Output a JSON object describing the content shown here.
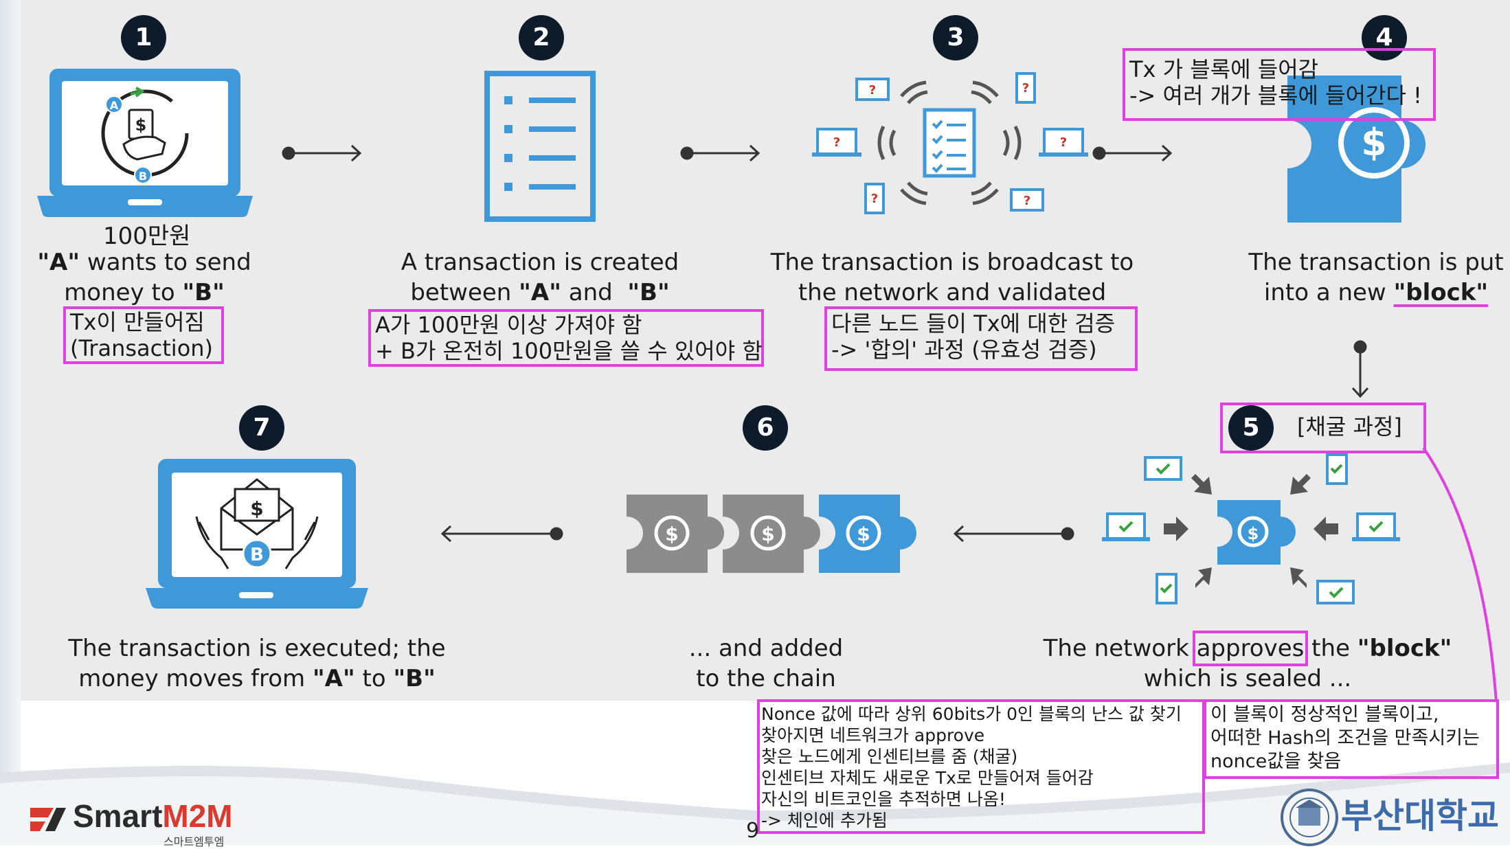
{
  "colors": {
    "blue": "#3f99d8",
    "dark": "#0d1b2a",
    "gray": "#8c8c8c",
    "pink": "#e040e0",
    "panel": "#ebebeb"
  },
  "steps": [
    {
      "num": "1",
      "line1_pre": "\"A\"",
      "line1_post": " wants to send",
      "line2_pre": "money to ",
      "line2_b": "\"B\"",
      "icon": "laptop-payment-icon"
    },
    {
      "num": "2",
      "line1": "A transaction is created",
      "line2_pre": "between ",
      "line2_a": "\"A\"",
      "line2_mid": " and  ",
      "line2_b": "\"B\"",
      "icon": "checklist-document-icon"
    },
    {
      "num": "3",
      "line1": "The transaction is broadcast to",
      "line2": "the network and validated",
      "icon": "broadcast-network-icon"
    },
    {
      "num": "4",
      "line1": "The transaction is put",
      "line2_pre": "into a new ",
      "line2_b": "\"block\"",
      "icon": "dollar-puzzle-block-icon"
    },
    {
      "num": "5",
      "line1_a": "The network ",
      "line1_b": "approves",
      "line1_c": " the ",
      "line1_d": "\"block\"",
      "line2": "which is sealed ...",
      "icon": "network-approval-icon"
    },
    {
      "num": "6",
      "line1": "... and added",
      "line2": "to the chain",
      "icon": "block-chain-icon"
    },
    {
      "num": "7",
      "line1": "The transaction is executed; the",
      "line2_pre": "money moves from ",
      "line2_a": "\"A\"",
      "line2_mid": " to ",
      "line2_b": "\"B\"",
      "icon": "laptop-envelope-icon"
    }
  ],
  "notes": {
    "amount": "100만원",
    "step1": "Tx이 만들어짐\n(Transaction)",
    "step2": "A가 100만원 이상 가져야 함\n+ B가 온전히 100만원을 쓸 수 있어야 함",
    "step3": "다른 노드 들이 Tx에 대한 검증\n-> '합의' 과정 (유효성 검증)",
    "step4": "Tx 가 블록에 들어감\n-> 여러 개가 블록에 들어간다 !",
    "step5_label": "[채굴 과정]",
    "mining": "Nonce 값에 따라 상위 60bits가 0인 블록의 난스 값 찾기\n찾아지면 네트워크가 approve\n찾은 노드에게 인센티브를 줌 (채굴)\n인센티브 자체도 새로운 Tx로 만들어져 들어감\n자신의 비트코인을 추적하면 나옴!\n-> 체인에 추가됨",
    "block_nonce": "이 블록이 정상적인 블록이고,\n어떠한 Hash의 조건을 만족시키는\nnonce값을 찾음"
  },
  "footer": {
    "logo_left_main": "Smart",
    "logo_left_accent": "M2M",
    "logo_left_sub": "스마트엠투엠",
    "page_number": "9",
    "logo_right": "부산대학교"
  },
  "icon_glyphs": {
    "question": "?",
    "check": "✓",
    "dollar": "$",
    "a": "A",
    "b": "B"
  }
}
